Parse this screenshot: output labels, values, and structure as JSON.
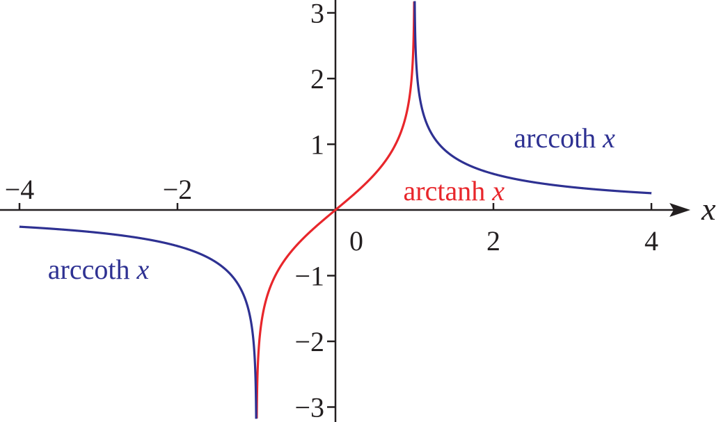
{
  "chart_data": {
    "type": "line",
    "title": "",
    "xlabel": "x",
    "ylabel": "",
    "xlim": [
      -4.2,
      4.6
    ],
    "ylim": [
      -3.2,
      3.2
    ],
    "x_ticks": [
      -4,
      -2,
      0,
      2,
      4
    ],
    "x_tick_labels": [
      "−4",
      "−2",
      "0",
      "2",
      "4"
    ],
    "y_ticks": [
      -3,
      -2,
      -1,
      1,
      2,
      3
    ],
    "y_tick_labels": [
      "−3",
      "−2",
      "−1",
      "1",
      "2",
      "3"
    ],
    "grid": false,
    "legend": "none",
    "series": [
      {
        "function": "arctanh",
        "domain": [
          -1,
          1
        ],
        "color": "#e8262b",
        "label": {
          "prefix": "arctanh",
          "var": "x"
        },
        "label_anchor": [
          1.5,
          0.15
        ]
      },
      {
        "function": "arccoth",
        "domain": [
          1,
          4
        ],
        "color": "#2e3192",
        "label": {
          "prefix": "arccoth",
          "var": "x"
        },
        "label_anchor": [
          2.9,
          0.95
        ]
      },
      {
        "function": "arccoth",
        "domain": [
          -4,
          -1
        ],
        "color": "#2e3192",
        "label": {
          "prefix": "arccoth",
          "var": "x"
        },
        "label_anchor": [
          -3.0,
          -1.05
        ]
      }
    ],
    "sample_points": {
      "arctanh": [
        [
          -0.9,
          -1.47
        ],
        [
          -0.5,
          -0.55
        ],
        [
          0,
          0
        ],
        [
          0.5,
          0.55
        ],
        [
          0.9,
          1.47
        ]
      ],
      "arccoth": [
        [
          -4,
          -0.26
        ],
        [
          -2,
          -0.55
        ],
        [
          -1.2,
          -1.2
        ],
        [
          1.2,
          1.2
        ],
        [
          2,
          0.55
        ],
        [
          4,
          0.26
        ]
      ]
    }
  }
}
